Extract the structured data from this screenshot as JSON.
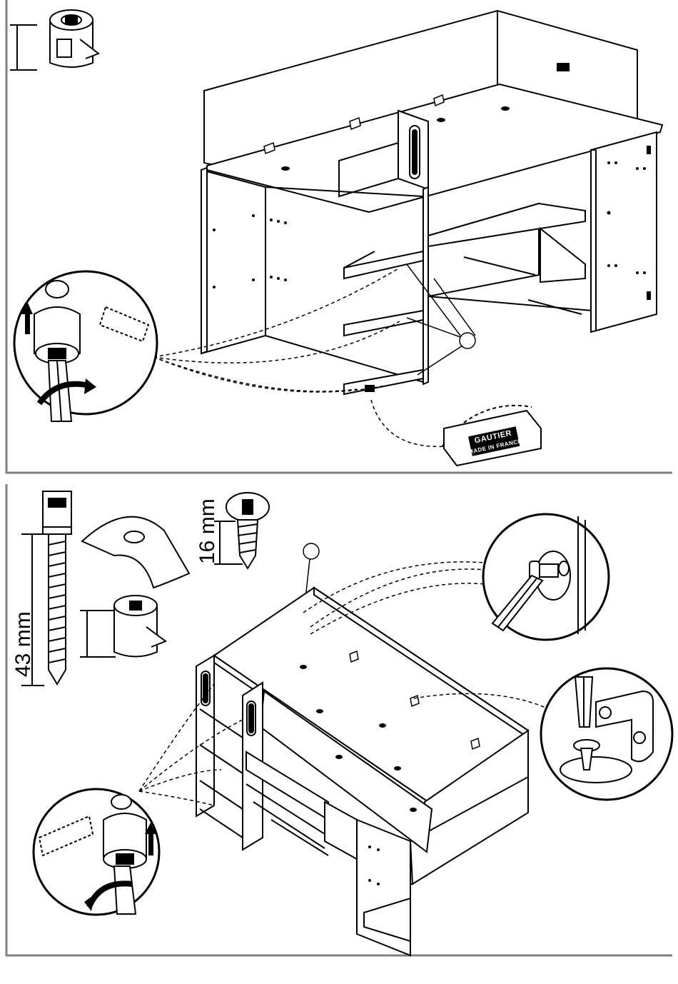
{
  "panel_top": {
    "brand_label": {
      "line1": "GAUTIER",
      "line2": "MADE IN FRANCE"
    }
  },
  "panel_bottom": {
    "dim_screw": "16 mm",
    "dim_bolt": "43 mm"
  },
  "colors": {
    "line": "#000000",
    "border": "#808080",
    "fill": "#ffffff"
  },
  "icons": [
    "cam-lock-icon",
    "dowel-icon",
    "screwdriver-icon",
    "rotate-arrow-icon",
    "up-arrow-icon",
    "screw-icon",
    "bolt-icon",
    "washer-icon",
    "bracket-icon"
  ]
}
